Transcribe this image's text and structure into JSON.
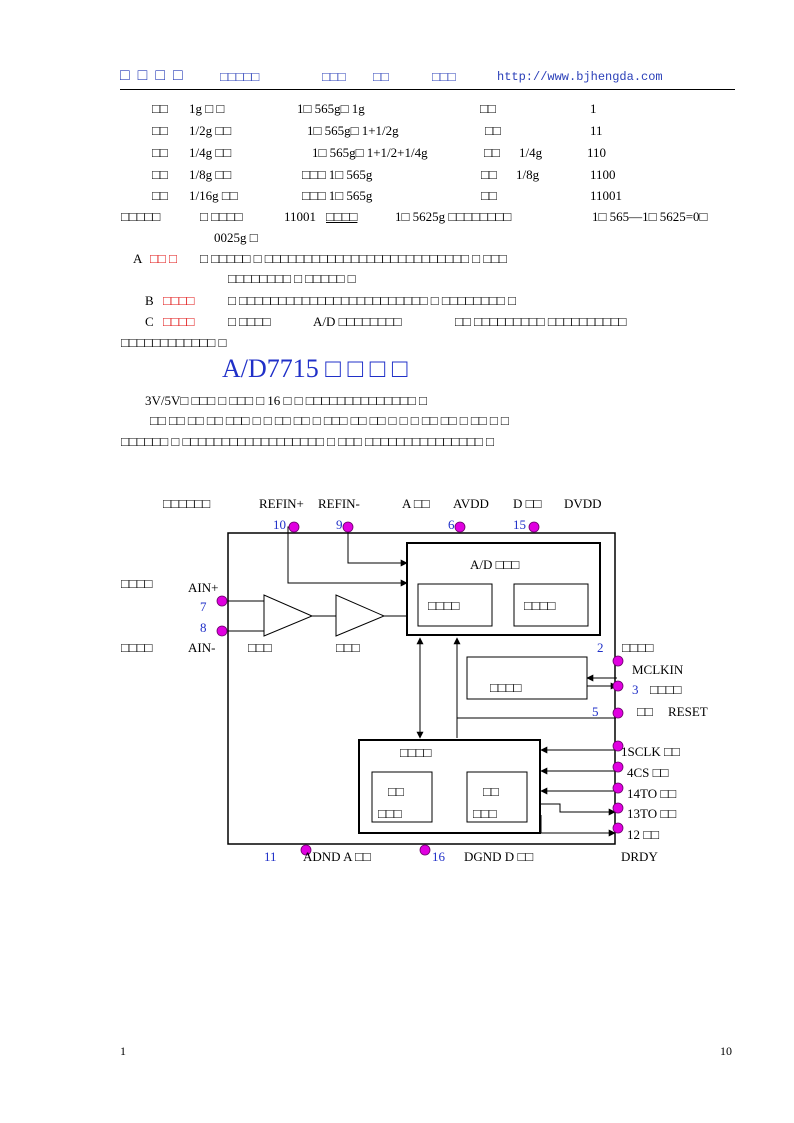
{
  "header": {
    "brand": "□ □ □ □",
    "t1": "□□□□□",
    "t2": "□□□",
    "t3": "□□",
    "t4": "□□□",
    "url": "http://www.bjhengda.com"
  },
  "weights": [
    {
      "a": "□□",
      "b": "1g □ □",
      "c": "1□ 565g□ 1g",
      "d": "□□",
      "e": "",
      "f": "1"
    },
    {
      "a": "□□",
      "b": "1/2g □□",
      "c": "1□ 565g□ 1+1/2g",
      "d": "□□",
      "e": "",
      "f": "11"
    },
    {
      "a": "□□",
      "b": "1/4g □□",
      "c": "1□ 565g□ 1+1/2+1/4g",
      "d": "□□",
      "e": "1/4g",
      "f": "110"
    },
    {
      "a": "□□",
      "b": "1/8g □□",
      "c": "□□□ 1□ 565g",
      "d": "□□",
      "e": "1/8g",
      "f": "1100"
    },
    {
      "a": "□□",
      "b": "1/16g □□",
      "c": "□□□ 1□ 565g",
      "d": "□□",
      "e": "",
      "f": "11001"
    }
  ],
  "summary": {
    "l1a": "□□□□□",
    "l1b": "□ □□□□",
    "l1c": "11001",
    "l1d": "□□□□",
    "l1e": "1□ 5625g □□□□□□□□",
    "l1f": "1□ 565—1□ 5625=0□",
    "l2": "0025g □"
  },
  "items": {
    "a_letter": "A",
    "a_red": "□□ □",
    "a_text": "□ □□□□□  □ □□□□□□□□□□□□□□□□□□□□□□□□□□    □ □□□",
    "a_line2": "□□□□□□□□  □ □□□□□  □",
    "b_letter": "B",
    "b_red": "□□□□",
    "b_text": "□ □□□□□□□□□□□□□□□□□□□□□□□□       □ □□□□□□□□   □",
    "c_letter": "C",
    "c_red": "□□□□",
    "c_text1": "□ □□□□",
    "c_text2": "A/D □□□□□□□□",
    "c_text3": "□□ □□□□□□□□□    □□□□□□□□□□",
    "c_line2": "□□□□□□□□□□□□  □"
  },
  "section": {
    "title": "A/D7715 □ □ □ □",
    "p1": "3V/5V□ □□□  □ □□□  □ 16 □ □ □□□□□□□□□□□□□□       □",
    "p2": "□□ □□ □□ □□ □□□ □ □ □□ □□ □ □□□ □□ □□ □ □ □ □□ □□ □ □□ □ □",
    "p3": "□□□□□□  □ □□□□□□□□□□□□□□□□□□       □ □□□  □□□□□□□□□□□□□□□      □"
  },
  "diagram": {
    "ref_label": "□□□□□□",
    "refin_p": "REFIN+",
    "refin_m": "REFIN-",
    "avdd_a": "A □□",
    "avdd": "AVDD",
    "dvdd_d": "D □□",
    "dvdd": "DVDD",
    "pin10": "10",
    "pin9": "9",
    "pin6": "6",
    "pin15": "15",
    "ain_p_label": "□□□□",
    "ain_p": "AIN+",
    "pin7": "7",
    "pin8": "8",
    "ain_m_label": "□□□□",
    "ain_m": "AIN-",
    "amp1": "□□□",
    "amp2": "□□□",
    "ad_title": "A/D □□□",
    "ad_sub1": "□□□□",
    "ad_sub2": "□□□□",
    "clock_block": "□□□□",
    "pin2": "2",
    "pin2_label": "□□□□",
    "mclkin": "MCLKIN",
    "pin3": "3",
    "pin3_label": "□□□□",
    "pin5": "5",
    "pin5_label": "□□",
    "reset": "RESET",
    "ctrl_title": "□□□□",
    "ctrl_sub1a": "□□",
    "ctrl_sub1b": "□□□",
    "ctrl_sub2a": "□□",
    "ctrl_sub2b": "□□□",
    "s1": "1SCLK □□",
    "s4": "4CS □□",
    "s14": "14TO □□",
    "s13": "13TO □□",
    "s12": "12 □□",
    "pin11": "11",
    "adnd": "ADND A □□",
    "pin16": "16",
    "dgnd": "DGND D □□",
    "drdy": "DRDY"
  },
  "footer": {
    "left": "1",
    "right": "10"
  },
  "colors": {
    "accent": "#2030c8",
    "red": "#e01010",
    "pin": "#e000e0"
  }
}
